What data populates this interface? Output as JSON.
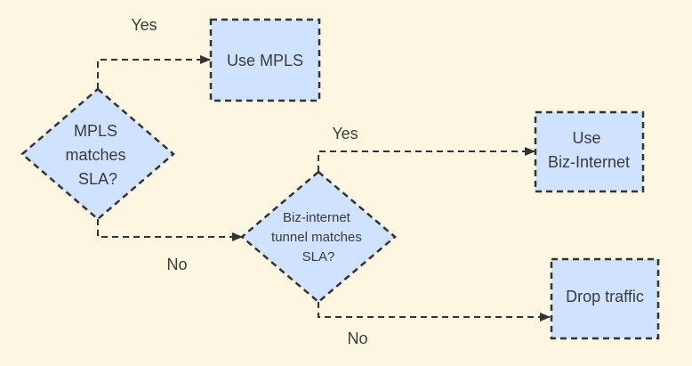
{
  "diagram": {
    "colors": {
      "background": "#fdf6e1",
      "node_fill": "#cfe2ff",
      "node_stroke": "#333333",
      "edge_stroke": "#333333",
      "text": "#3b3b3b"
    },
    "nodes": {
      "decision_mpls": {
        "lines": [
          "MPLS",
          "matches",
          "SLA?"
        ]
      },
      "decision_biz": {
        "lines": [
          "Biz-internet",
          "tunnel matches",
          "SLA?"
        ]
      },
      "action_mpls": {
        "lines": [
          "Use MPLS"
        ]
      },
      "action_biz": {
        "lines": [
          "Use",
          "Biz-Internet"
        ]
      },
      "action_drop": {
        "lines": [
          "Drop traffic"
        ]
      }
    },
    "edges": {
      "mpls_yes": {
        "label": "Yes"
      },
      "mpls_no": {
        "label": "No"
      },
      "biz_yes": {
        "label": "Yes"
      },
      "biz_no": {
        "label": "No"
      }
    }
  }
}
